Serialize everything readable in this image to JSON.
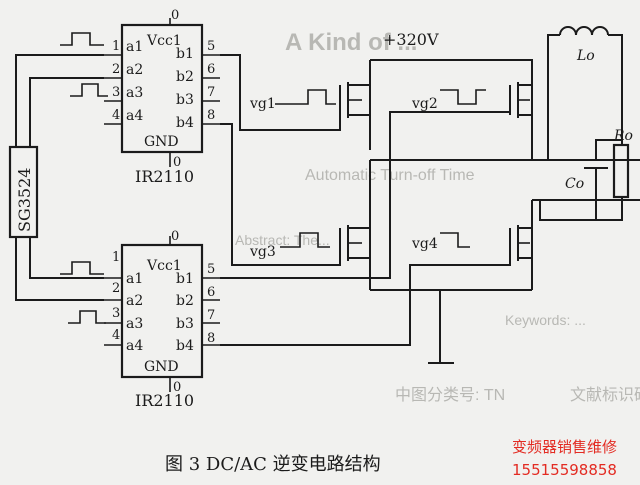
{
  "ic_top": {
    "vcc": "Vcc1",
    "gnd": "GND",
    "part": "IR2110",
    "top_pin": "0",
    "bottom_pin": "0",
    "left_pins": [
      "1",
      "2",
      "3",
      "4"
    ],
    "left_labels": [
      "a1",
      "a2",
      "a3",
      "a4"
    ],
    "right_pins": [
      "5",
      "6",
      "7",
      "8"
    ],
    "right_labels": [
      "b1",
      "b2",
      "b3",
      "b4"
    ]
  },
  "ic_bottom": {
    "vcc": "Vcc1",
    "gnd": "GND",
    "part": "IR2110",
    "top_pin": "0",
    "bottom_pin": "0",
    "left_pins": [
      "1",
      "2",
      "3",
      "4"
    ],
    "left_labels": [
      "a1",
      "a2",
      "a3",
      "a4"
    ],
    "right_pins": [
      "5",
      "6",
      "7",
      "8"
    ],
    "right_labels": [
      "b1",
      "b2",
      "b3",
      "b4"
    ]
  },
  "controller": "SG3524",
  "supply": "+320V",
  "gates": {
    "g1": "vg1",
    "g2": "vg2",
    "g3": "vg3",
    "g4": "vg4"
  },
  "load": {
    "inductor": "Lo",
    "resistor": "Ro",
    "capacitor": "Co"
  },
  "caption": "图 3    DC/AC 逆变电路结构",
  "watermark": {
    "line1": "变频器销售维修",
    "line2": "15515598858"
  },
  "bleed_through": {
    "heading": "A Kind of ...",
    "line1": "Automatic Turn-off Time",
    "line2": "Abstract: The...",
    "line3": "Keywords: ...",
    "line4": "中图分类号: TN",
    "line5": "文献标识码: B"
  }
}
